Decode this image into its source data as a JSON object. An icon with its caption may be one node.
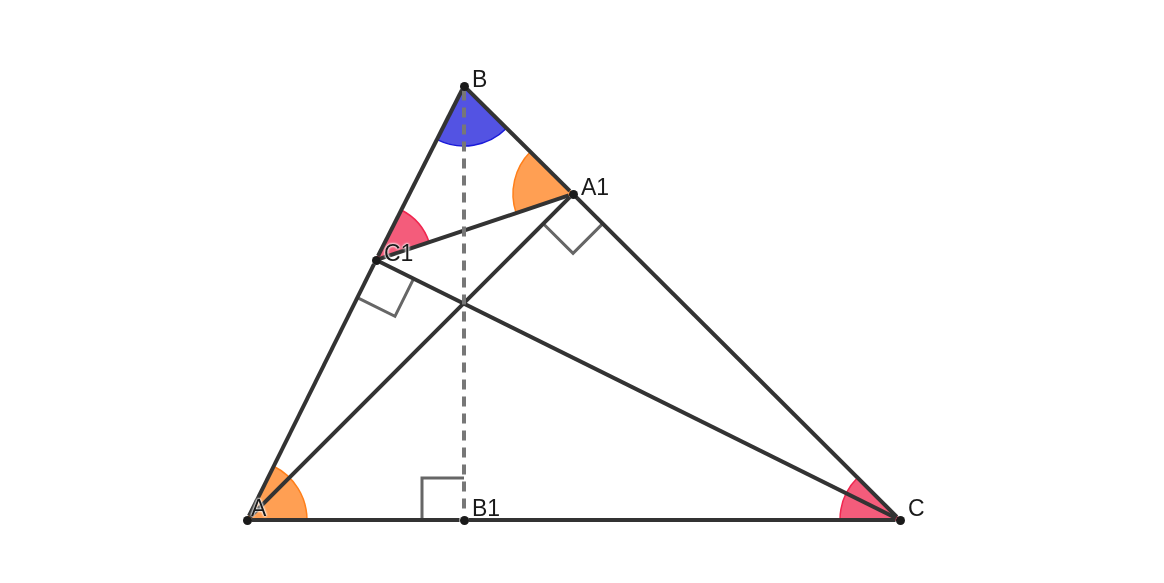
{
  "diagram": {
    "nodes": [
      {
        "text": [
          "B"
        ]
      },
      {
        "text": [
          "A1"
        ]
      },
      {
        "text": [
          "C1"
        ]
      },
      {
        "text": [
          "A"
        ]
      },
      {
        "text": [
          "B1"
        ]
      },
      {
        "text": [
          "C"
        ]
      }
    ],
    "edges": [
      {
        "from": 3,
        "to": 2,
        "arrow": "none"
      },
      {
        "from": 2,
        "to": 0,
        "arrow": "none"
      },
      {
        "from": 0,
        "to": 1,
        "arrow": "none"
      },
      {
        "from": 1,
        "to": 5,
        "arrow": "none"
      },
      {
        "from": 3,
        "to": 4,
        "arrow": "none"
      },
      {
        "from": 4,
        "to": 5,
        "arrow": "none"
      },
      {
        "from": 3,
        "to": 1,
        "arrow": "none"
      },
      {
        "from": 5,
        "to": 2,
        "arrow": "none"
      },
      {
        "from": 2,
        "to": 1,
        "arrow": "none"
      },
      {
        "from": 0,
        "to": 4,
        "arrow": "none",
        "style": "dashed",
        "color": "#777777"
      }
    ]
  }
}
